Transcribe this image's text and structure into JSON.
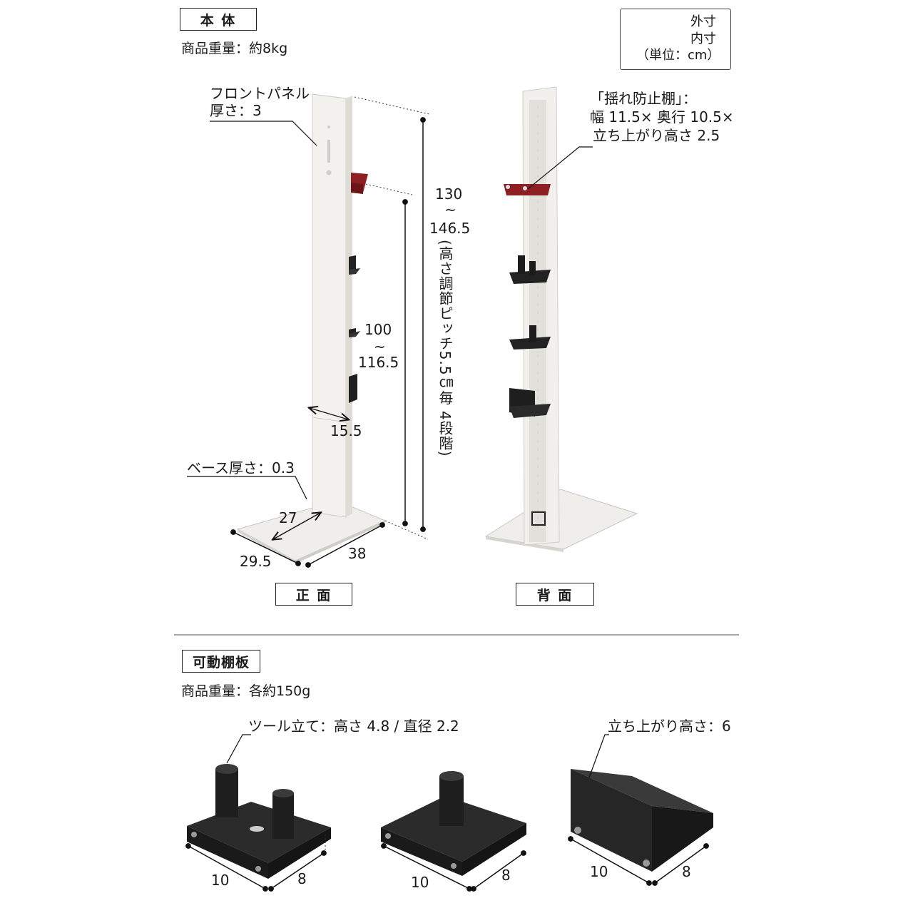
{
  "body_section": {
    "label": "本 体",
    "weight": "商品重量：約8kg"
  },
  "legend": {
    "outer": "外寸",
    "inner": "内寸",
    "unit": "（単位：cm）"
  },
  "front": {
    "panel_label_1": "フロントパネル",
    "panel_label_2": "厚さ：3",
    "height_outer_1": "130",
    "height_outer_tilde": "~",
    "height_outer_2": "146.5",
    "height_note": "(高さ調節ピッチ5.5㎝毎 4段階)",
    "height_inner_1": "100",
    "height_inner_tilde": "~",
    "height_inner_2": "116.5",
    "width_inner": "15.5",
    "base_label": "ベース厚さ：0.3",
    "base_depth_inner": "27",
    "base_width": "29.5",
    "base_depth": "38",
    "view_label": "正 面"
  },
  "back": {
    "shelf_label_1": "「揺れ防止棚」：",
    "shelf_label_2": "幅 11.5× 奥行 10.5×",
    "shelf_label_3": "立ち上がり高さ 2.5",
    "view_label": "背 面"
  },
  "shelf_section": {
    "label": "可動棚板",
    "weight": "商品重量：各約150g",
    "tool_label": "ツール立て：高さ 4.8 / 直径 2.2",
    "rise_label": "立ち上がり高さ：6",
    "s1_w": "10",
    "s1_d": "8",
    "s2_w": "10",
    "s2_d": "8",
    "s3_w": "10",
    "s3_d": "8"
  },
  "colors": {
    "panel": "#ecebe6",
    "shelf_red": "#8e1f22",
    "shelf_black": "#222222"
  }
}
